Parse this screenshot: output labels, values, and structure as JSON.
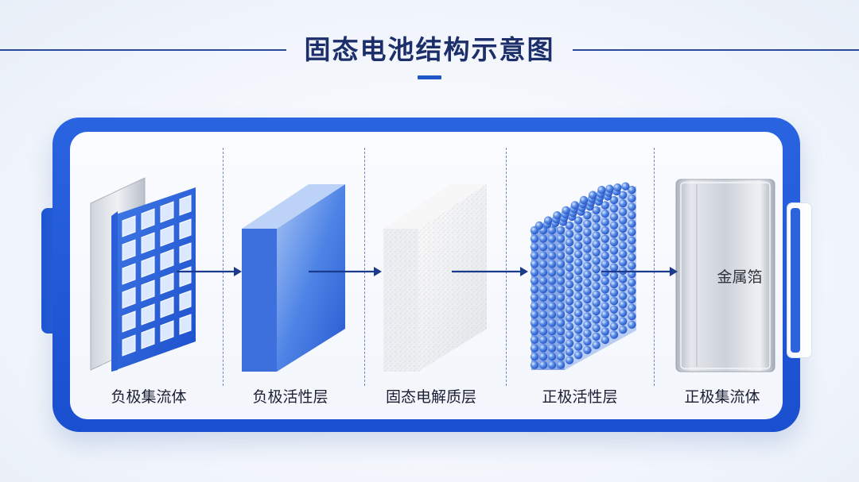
{
  "title": "固态电池结构示意图",
  "layers": [
    {
      "id": "anode-current-collector",
      "label": "负极集流体"
    },
    {
      "id": "anode-active-layer",
      "label": "负极活性层"
    },
    {
      "id": "solid-electrolyte",
      "label": "固态电解质层"
    },
    {
      "id": "cathode-active-layer",
      "label": "正极活性层"
    },
    {
      "id": "cathode-current-collector",
      "label": "正极集流体"
    }
  ],
  "foil_label": "金属箔",
  "colors": {
    "frame": "#1f56d4",
    "title": "#1c2f6b",
    "arrow": "#1c3a8c",
    "electrolyte": "#f0f1f3",
    "sphere": "#4d82e0"
  }
}
